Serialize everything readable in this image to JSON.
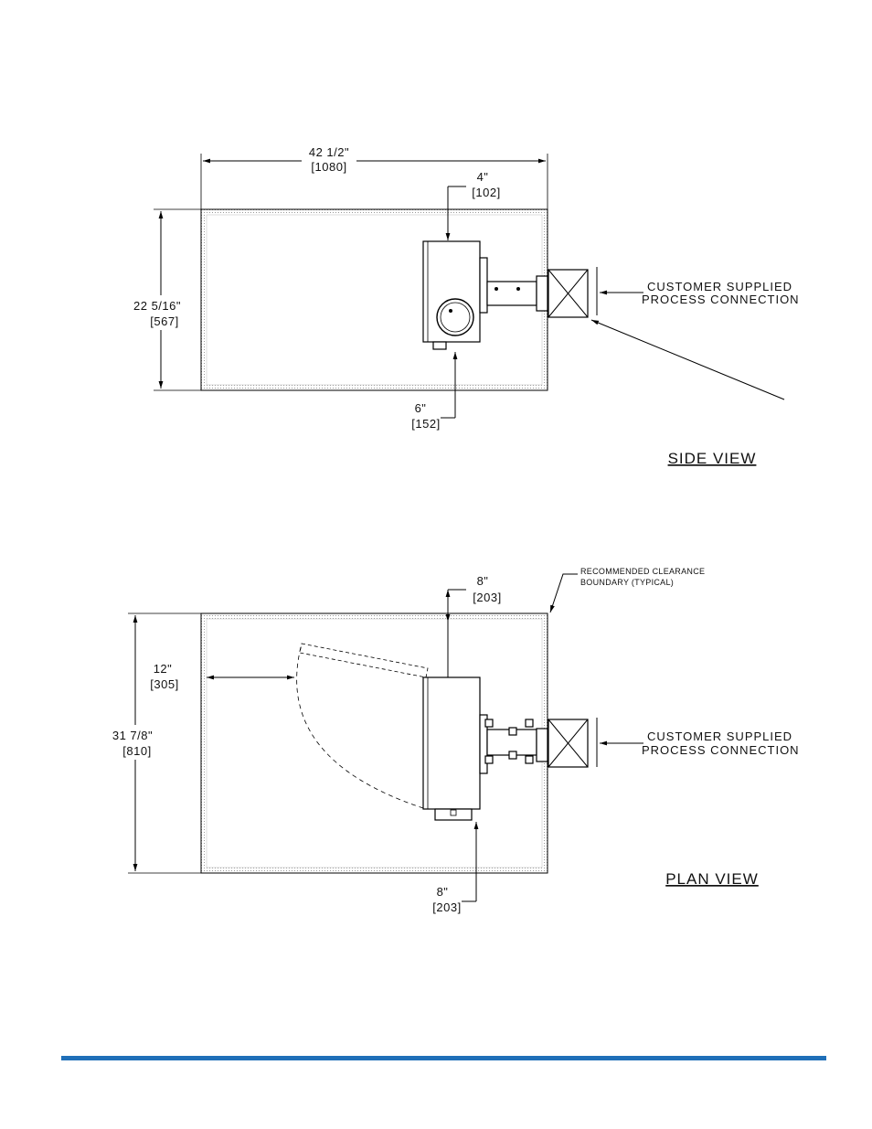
{
  "colors": {
    "accent": "#1f6fb8",
    "line": "#000000"
  },
  "side_view": {
    "title": "SIDE  VIEW",
    "width_in": "42  1/2\"",
    "width_mm": "[1080]",
    "height_in": "22  5/16\"",
    "height_mm": "[567]",
    "top_clear_in": "4\"",
    "top_clear_mm": "[102]",
    "bottom_clear_in": "6\"",
    "bottom_clear_mm": "[152]",
    "connection_line1": "CUSTOMER  SUPPLIED",
    "connection_line2": "PROCESS  CONNECTION"
  },
  "plan_view": {
    "title": "PLAN  VIEW",
    "clearance_note_line1": "RECOMMENDED  CLEARANCE",
    "clearance_note_line2": "BOUNDARY  (TYPICAL)",
    "height_in": "31  7/8\"",
    "height_mm": "[810]",
    "door_clear_in": "12\"",
    "door_clear_mm": "[305]",
    "top_clear_in": "8\"",
    "top_clear_mm": "[203]",
    "bottom_clear_in": "8\"",
    "bottom_clear_mm": "[203]",
    "connection_line1": "CUSTOMER  SUPPLIED",
    "connection_line2": "PROCESS  CONNECTION"
  }
}
